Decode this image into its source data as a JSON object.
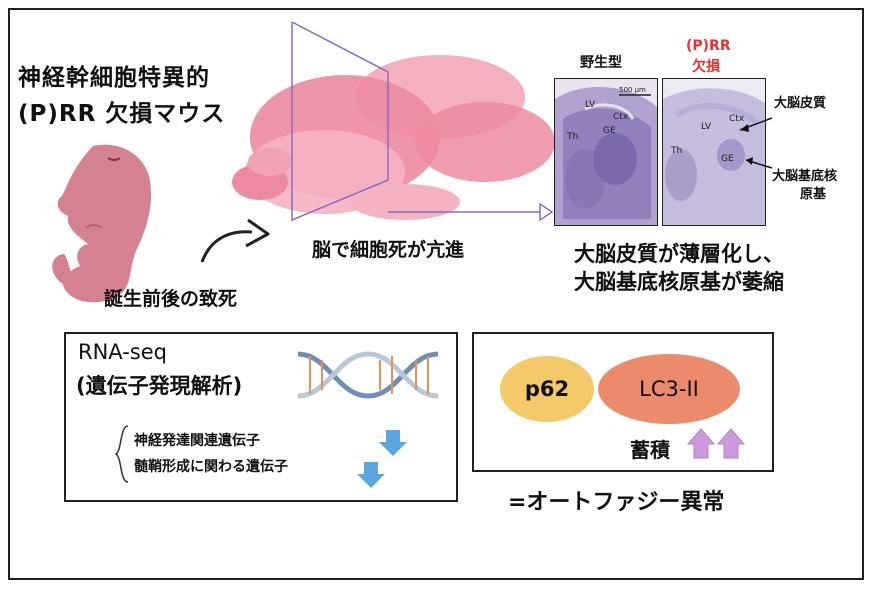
{
  "title": {
    "line1": "神経幹細胞特異的",
    "line2": "(P)RR 欠損マウス"
  },
  "phenotypes": {
    "birth_death": "誕生前後の致死",
    "brain_cell_death": "脳で細胞死が亢進"
  },
  "histology": {
    "wild_type_label": "野生型",
    "knockout_label_line1": "(P)RR",
    "knockout_label_line2": "欠損",
    "scale_bar": "500 μm",
    "tissue_labels": {
      "lv": "LV",
      "ctx": "Ctx",
      "th": "Th",
      "ge": "GE"
    },
    "annotation_cortex": "大脳皮質",
    "annotation_ge_line1": "大脳基底核",
    "annotation_ge_line2": "原基",
    "summary_line1": "大脳皮質が薄層化し、",
    "summary_line2": "大脳基底核原基が萎縮"
  },
  "rnaseq": {
    "title_line1": "RNA-seq",
    "title_line2": "(遺伝子発現解析)",
    "gene1": "神経発達関連遺伝子",
    "gene2": "髄鞘形成に関わる遺伝子"
  },
  "autophagy": {
    "marker1": "p62",
    "marker2": "LC3-II",
    "accumulation": "蓄積",
    "conclusion": "=オートファジー異常"
  },
  "colors": {
    "mouse_pink": "#d48190",
    "brain_pink": "#ec8b9f",
    "tissue_purple": "#8a78b8",
    "knockout_red": "#e8322d",
    "down_arrow_blue": "#5aa7df",
    "up_arrow_violet": "#cc99dd",
    "p62_fill": "#f3c96a",
    "lc3_fill": "#ec8a6c"
  }
}
